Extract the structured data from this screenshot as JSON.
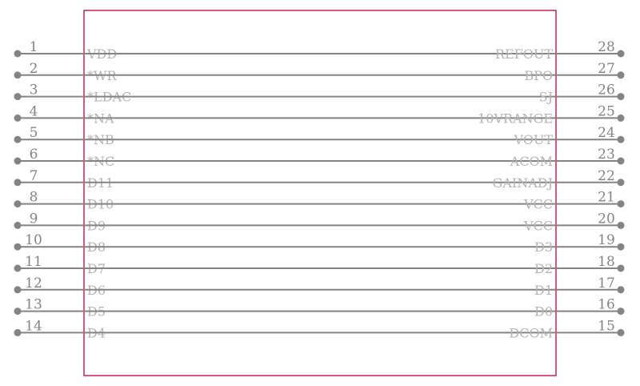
{
  "component": {
    "body_color": "#c0254a",
    "pin_color": "#848484",
    "label_color": "#b4b4b4",
    "left_pins": [
      {
        "number": "1",
        "name": "VDD"
      },
      {
        "number": "2",
        "name": "*WR"
      },
      {
        "number": "3",
        "name": "*LDAC"
      },
      {
        "number": "4",
        "name": "*NA"
      },
      {
        "number": "5",
        "name": "*NB"
      },
      {
        "number": "6",
        "name": "*NC"
      },
      {
        "number": "7",
        "name": "D11"
      },
      {
        "number": "8",
        "name": "D10"
      },
      {
        "number": "9",
        "name": "D9"
      },
      {
        "number": "10",
        "name": "D8"
      },
      {
        "number": "11",
        "name": "D7"
      },
      {
        "number": "12",
        "name": "D6"
      },
      {
        "number": "13",
        "name": "D5"
      },
      {
        "number": "14",
        "name": "D4"
      }
    ],
    "right_pins": [
      {
        "number": "28",
        "name": "REFOUT"
      },
      {
        "number": "27",
        "name": "BPO"
      },
      {
        "number": "26",
        "name": "SJ"
      },
      {
        "number": "25",
        "name": "10VRANGE"
      },
      {
        "number": "24",
        "name": "VOUT"
      },
      {
        "number": "23",
        "name": "ACOM"
      },
      {
        "number": "22",
        "name": "GAINADJ"
      },
      {
        "number": "21",
        "name": "VCC"
      },
      {
        "number": "20",
        "name": "VCC"
      },
      {
        "number": "19",
        "name": "D3"
      },
      {
        "number": "18",
        "name": "D2"
      },
      {
        "number": "17",
        "name": "D1"
      },
      {
        "number": "16",
        "name": "D0"
      },
      {
        "number": "15",
        "name": "DCOM"
      }
    ]
  }
}
